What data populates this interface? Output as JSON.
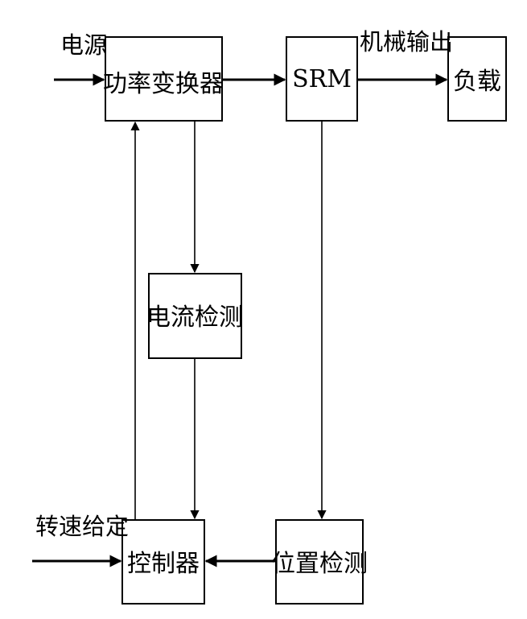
{
  "blocks": {
    "power_converter": "功率变换器",
    "srm": "SRM",
    "load": "负载",
    "current_detection": "电流检测",
    "controller": "控制器",
    "position_detection": "位置检测"
  },
  "inputs": {
    "power_source": "电源",
    "speed_reference": "转速给定"
  },
  "outputs": {
    "mechanical_output": "机械输出"
  }
}
